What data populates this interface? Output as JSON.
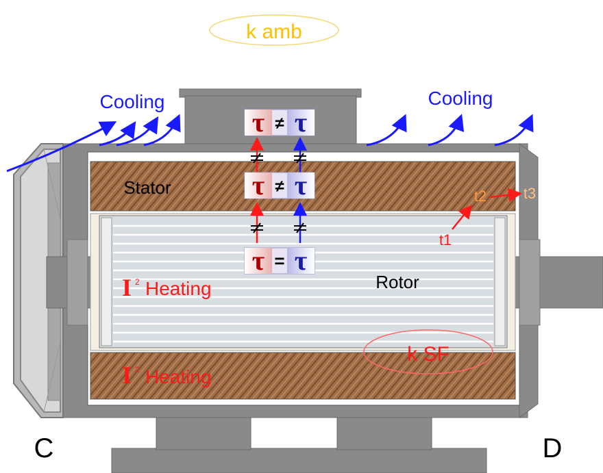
{
  "labels": {
    "k_amb": "k amb",
    "cooling_left": "Cooling",
    "cooling_right": "Cooling",
    "stator": "Stator",
    "rotor": "Rotor",
    "heating_top": "Heating",
    "heating_bottom": "Heating",
    "heating_symbol": "I",
    "heating_exponent": "2",
    "k_sf": "k SF",
    "t1": "t1",
    "t2": "t2",
    "t3": "t3",
    "end_c": "C",
    "end_d": "D"
  },
  "tau_boxes": [
    {
      "left": "τ",
      "relation": "≠",
      "right": "τ"
    },
    {
      "left": "τ",
      "relation": "≠",
      "right": "τ"
    },
    {
      "left": "τ",
      "relation": "=",
      "right": "τ"
    }
  ],
  "colors": {
    "cooling": "#1a1aff",
    "heating": "#ff1a1a",
    "tau_left": "#a80000",
    "tau_right": "#1a1aa0",
    "stator_wood": "#9b6b45",
    "k_amb_outline": "#f5d76e",
    "k_amb_text": "#ffc000",
    "k_sf_outline": "#ff6666",
    "t_orange": "#ff9a3c"
  }
}
